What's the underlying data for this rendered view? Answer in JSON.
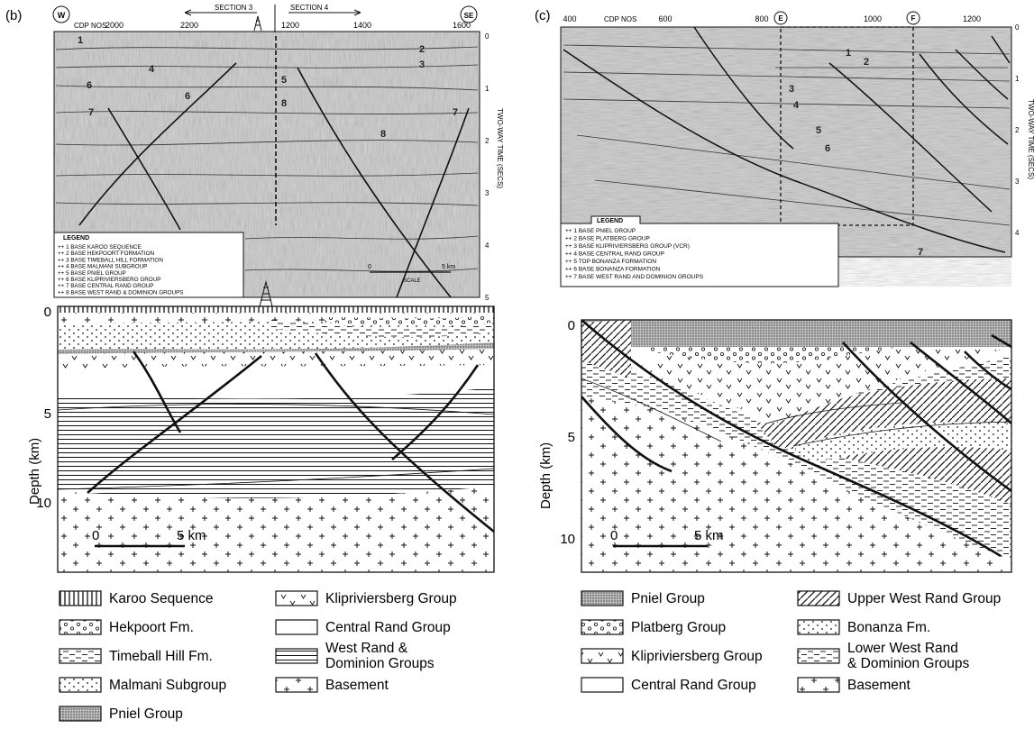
{
  "panels": {
    "b": {
      "label": "(b)",
      "seismic": {
        "compass_left": "W",
        "compass_right": "SE",
        "section_left": "SECTION 3",
        "section_right": "SECTION 4",
        "cdp_label": "CDP NOS",
        "cdp_ticks": [
          "2000",
          "2200",
          "1200",
          "1400",
          "1600"
        ],
        "time_ticks": [
          "0",
          "1",
          "2",
          "3",
          "4",
          "5"
        ],
        "time_axis_label": "TWO-WAY TIME (SECS)",
        "horizon_markers": [
          "1",
          "2",
          "3",
          "4",
          "5",
          "6",
          "6",
          "7",
          "7",
          "8",
          "8"
        ],
        "legend_title": "LEGEND",
        "legend_entries": [
          "1 BASE  KAROO  SEQUENCE",
          "2 BASE  HEKPOORT  FORMATION",
          "3 BASE  TIMEBALL  HILL  FORMATION",
          "4 BASE  MALMANI  SUBGROUP",
          "5 BASE  PNIEL  GROUP",
          "6 BASE  KLIPRIVIERSBERG  GROUP",
          "7 BASE  CENTRAL  RAND  GROUP",
          "8 BASE  WEST RAND & DOMINION GROUPS"
        ],
        "scale_start": "0",
        "scale_end": "5 km",
        "scale_caption": "SCALE"
      },
      "section": {
        "depth_axis_label": "Depth (km)",
        "depth_ticks": [
          "0",
          "5",
          "10"
        ],
        "scale_start": "0",
        "scale_end": "5 km"
      },
      "legend": [
        {
          "label": "Karoo Sequence",
          "pattern": "vertical-lines"
        },
        {
          "label": "Klipriviersberg Group",
          "pattern": "v-marks"
        },
        {
          "label": "Hekpoort Fm.",
          "pattern": "small-circles"
        },
        {
          "label": "Central Rand Group",
          "pattern": "blank"
        },
        {
          "label": "Timeball Hill Fm.",
          "pattern": "dashes"
        },
        {
          "label": "West Rand &\nDominion Groups",
          "pattern": "horizontal-lines"
        },
        {
          "label": "Malmani Subgroup",
          "pattern": "sparse-dots"
        },
        {
          "label": "Basement",
          "pattern": "plus-marks"
        },
        {
          "label": "Pniel Group",
          "pattern": "dense-stipple"
        }
      ]
    },
    "c": {
      "label": "(c)",
      "seismic": {
        "cdp_label": "CDP NOS",
        "cdp_ticks": [
          "400",
          "600",
          "800",
          "1000",
          "1200"
        ],
        "circle_markers": [
          "E",
          "F"
        ],
        "time_ticks": [
          "0",
          "1",
          "2",
          "3",
          "4"
        ],
        "time_axis_label": "TWO-WAY TIME (SECS)",
        "horizon_markers": [
          "1",
          "2",
          "3",
          "4",
          "5",
          "6",
          "7"
        ],
        "legend_title": "LEGEND",
        "legend_entries": [
          "1 BASE  PNIEL  GROUP",
          "2 BASE  PLATBERG  GROUP",
          "3 BASE  KLIPRIVIERSBERG  GROUP  (VCR)",
          "4 BASE  CENTRAL  RAND  GROUP",
          "5 TOP  BONANZA  FORMATION",
          "6 BASE  BONANZA  FORMATION",
          "7 BASE  WEST  RAND  AND  DOMINION  GROUPS"
        ]
      },
      "section": {
        "depth_axis_label": "Depth (km)",
        "depth_ticks": [
          "0",
          "5",
          "10"
        ],
        "scale_start": "0",
        "scale_end": "5 km"
      },
      "legend": [
        {
          "label": "Pniel Group",
          "pattern": "dense-stipple"
        },
        {
          "label": "Upper West Rand Group",
          "pattern": "diagonal-lines"
        },
        {
          "label": "Platberg Group",
          "pattern": "small-circles"
        },
        {
          "label": "Bonanza Fm.",
          "pattern": "sparse-dots"
        },
        {
          "label": "Klipriviersberg Group",
          "pattern": "v-marks"
        },
        {
          "label": "Lower West Rand\n& Dominion Groups",
          "pattern": "dashes"
        },
        {
          "label": "Central Rand Group",
          "pattern": "blank"
        },
        {
          "label": "Basement",
          "pattern": "plus-marks"
        }
      ]
    }
  },
  "colors": {
    "ink": "#111111",
    "seismic_bg": "#c9c9c9",
    "paper": "#ffffff"
  }
}
